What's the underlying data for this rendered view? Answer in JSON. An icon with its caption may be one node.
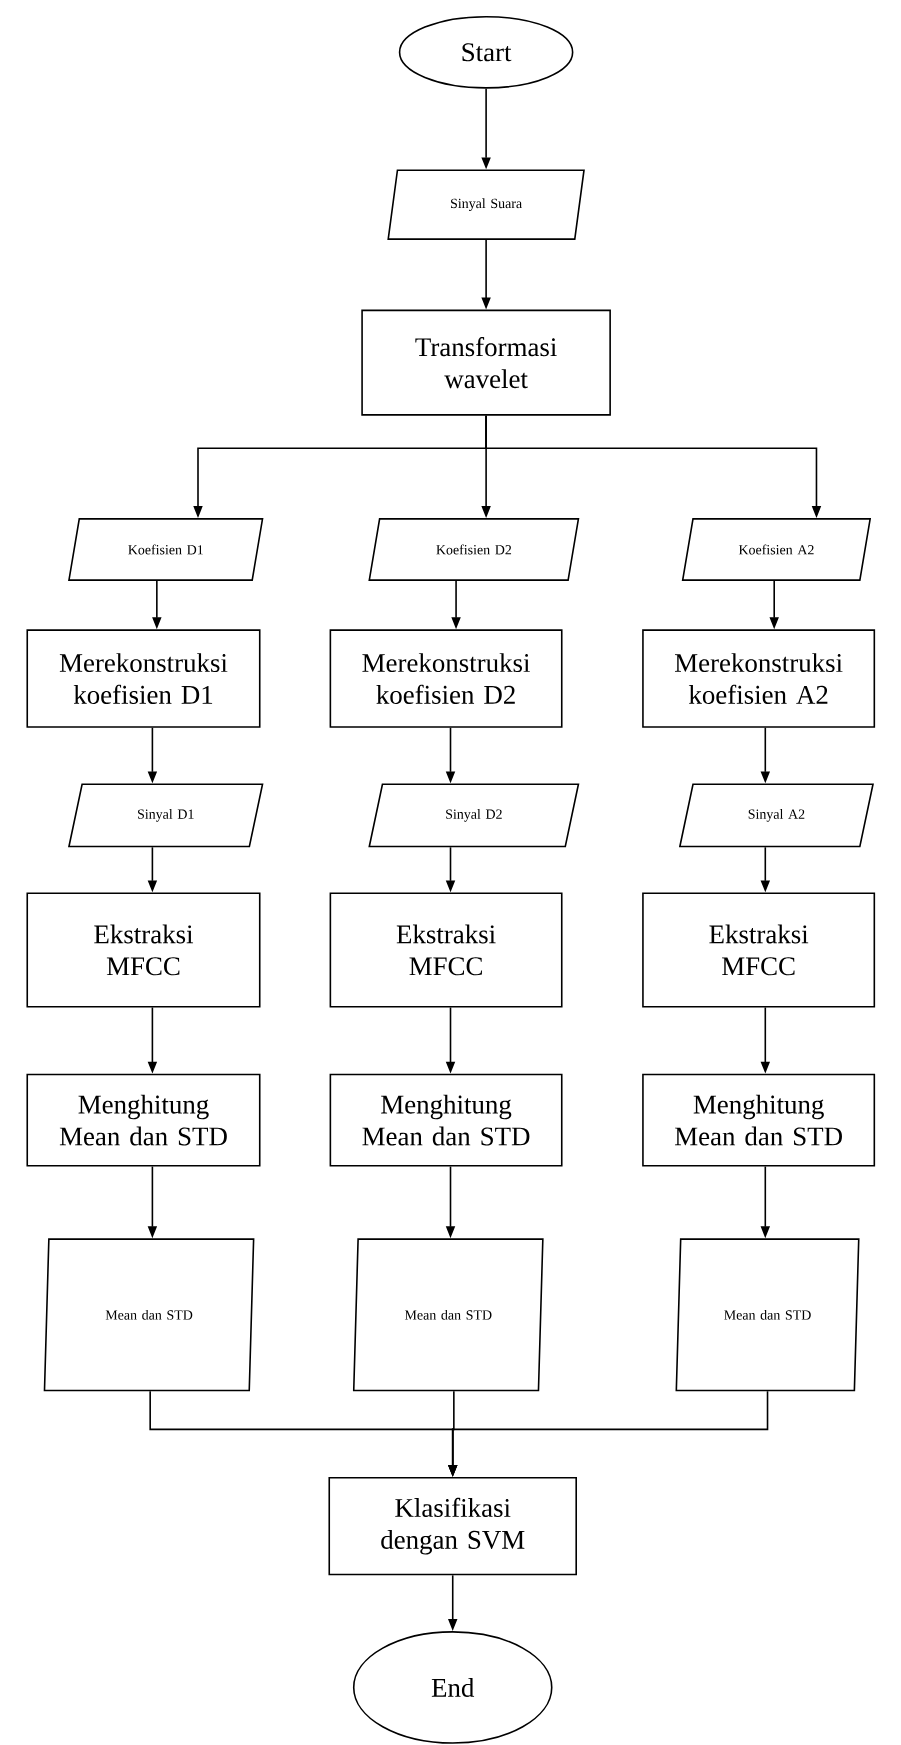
{
  "diagram": {
    "nodes": [
      {
        "text": [
          "Start"
        ]
      },
      {
        "text": [
          "Sinyal Suara"
        ]
      },
      {
        "text": [
          "Transformasi wavelet"
        ]
      },
      {
        "text": [
          "Koefisien D1"
        ]
      },
      {
        "text": [
          "Koefisien D2"
        ]
      },
      {
        "text": [
          "Koefisien A2"
        ]
      },
      {
        "text": [
          "Merekonstruksi koefisien D1"
        ]
      },
      {
        "text": [
          "Merekonstruksi koefisien D2"
        ]
      },
      {
        "text": [
          "Merekonstruksi koefisien A2"
        ]
      },
      {
        "text": [
          "Sinyal D1"
        ]
      },
      {
        "text": [
          "Sinyal D2"
        ]
      },
      {
        "text": [
          "Sinyal A2"
        ]
      },
      {
        "text": [
          "Ekstraksi MFCC"
        ]
      },
      {
        "text": [
          "Ekstraksi MFCC"
        ]
      },
      {
        "text": [
          "Ekstraksi MFCC"
        ]
      },
      {
        "text": [
          "Menghitung Mean dan STD"
        ]
      },
      {
        "text": [
          "Menghitung Mean dan STD"
        ]
      },
      {
        "text": [
          "Menghitung Mean dan STD"
        ]
      },
      {
        "text": [
          "Mean dan STD"
        ]
      },
      {
        "text": [
          "Mean dan STD"
        ]
      },
      {
        "text": [
          "Mean dan STD"
        ]
      },
      {
        "text": [
          "Klasifikasi dengan SVM"
        ]
      },
      {
        "text": [
          "End"
        ]
      }
    ],
    "edges": [
      {
        "from": 0,
        "to": 1,
        "arrow": "to"
      },
      {
        "from": 1,
        "to": 2,
        "arrow": "to"
      },
      {
        "from": 2,
        "to": 3,
        "arrow": "to"
      },
      {
        "from": 2,
        "to": 4,
        "arrow": "to"
      },
      {
        "from": 2,
        "to": 5,
        "arrow": "to"
      },
      {
        "from": 3,
        "to": 6,
        "arrow": "to"
      },
      {
        "from": 4,
        "to": 7,
        "arrow": "to"
      },
      {
        "from": 5,
        "to": 8,
        "arrow": "to"
      },
      {
        "from": 6,
        "to": 9,
        "arrow": "to"
      },
      {
        "from": 7,
        "to": 10,
        "arrow": "to"
      },
      {
        "from": 8,
        "to": 11,
        "arrow": "to"
      },
      {
        "from": 9,
        "to": 12,
        "arrow": "to"
      },
      {
        "from": 10,
        "to": 13,
        "arrow": "to"
      },
      {
        "from": 11,
        "to": 14,
        "arrow": "to"
      },
      {
        "from": 12,
        "to": 15,
        "arrow": "to"
      },
      {
        "from": 13,
        "to": 16,
        "arrow": "to"
      },
      {
        "from": 14,
        "to": 17,
        "arrow": "to"
      },
      {
        "from": 15,
        "to": 18,
        "arrow": "to"
      },
      {
        "from": 16,
        "to": 19,
        "arrow": "to"
      },
      {
        "from": 17,
        "to": 20,
        "arrow": "to"
      },
      {
        "from": 18,
        "to": 21,
        "arrow": "to"
      },
      {
        "from": 19,
        "to": 21,
        "arrow": "to"
      },
      {
        "from": 20,
        "to": 21,
        "arrow": "to"
      },
      {
        "from": 21,
        "to": 22,
        "arrow": "to"
      }
    ]
  }
}
